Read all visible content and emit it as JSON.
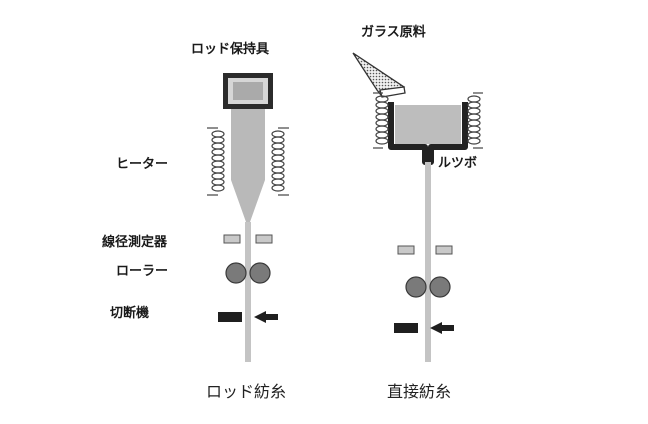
{
  "labels": {
    "rod_holder": "ロッド保持具",
    "heater": "ヒーター",
    "diameter_gauge": "線径測定器",
    "roller": "ローラー",
    "cutter": "切断機",
    "glass_material": "ガラス原料",
    "crucible": "ルツボ"
  },
  "captions": {
    "rod_spinning": "ロッド紡糸",
    "direct_spinning": "直接紡糸"
  },
  "colors": {
    "dark": "#2b2b2b",
    "gray": "#b9b9b9",
    "fiber": "#c4c4c4",
    "roller": "#7a7a7a"
  }
}
